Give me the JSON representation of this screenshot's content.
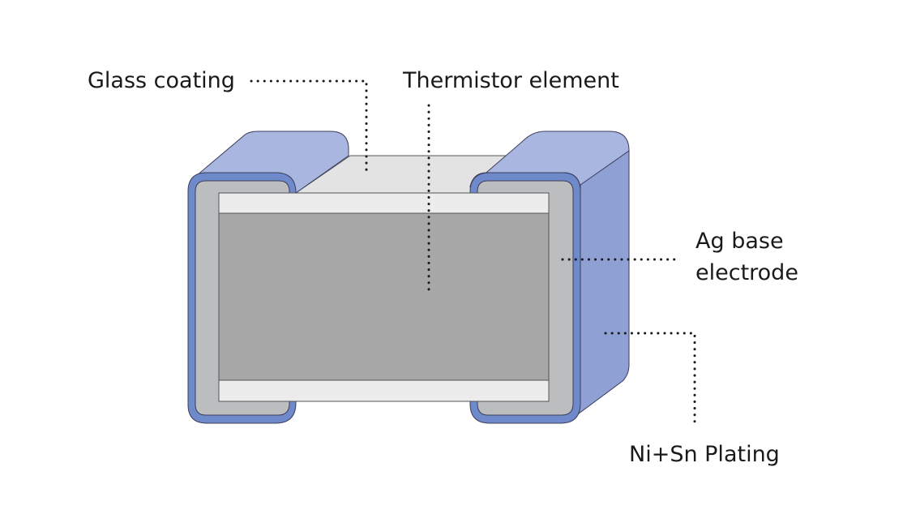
{
  "labels": {
    "glass_coating": "Glass coating",
    "thermistor_element": "Thermistor element",
    "ag_base_electrode_line1": "Ag base",
    "ag_base_electrode_line2": "electrode",
    "plating": "Ni+Sn Plating"
  },
  "colors": {
    "plating_front": "#6f8acb",
    "plating_top": "#a9b6e0",
    "plating_side": "#8fa0d4",
    "plating_outline": "#3d3d5c",
    "electrode": "#bcbdbf",
    "glass_top": "#e3e3e3",
    "glass_band": "#ececec",
    "element": "#a6a7a6",
    "leader": "#1a1a1a",
    "text": "#1a1a1a"
  }
}
